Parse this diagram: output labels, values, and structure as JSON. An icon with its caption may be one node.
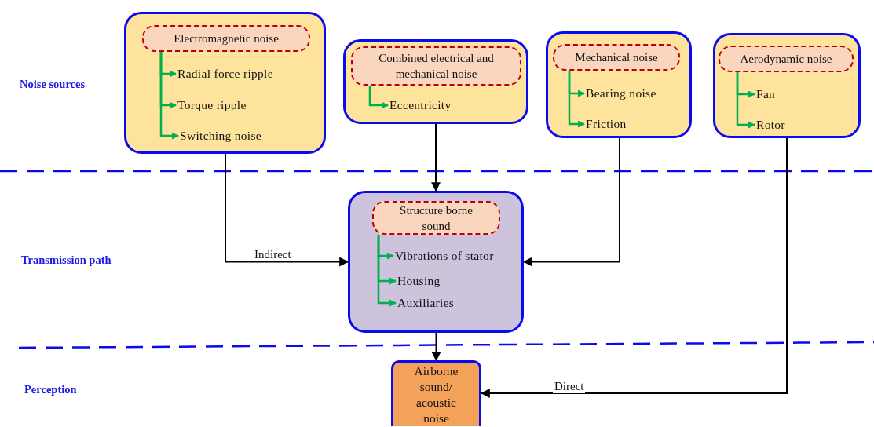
{
  "diagram": {
    "nodes": [
      {
        "text": [],
        "shape": "box"
      },
      {
        "text": [
          "Electromagnetic noise"
        ],
        "in": 0
      },
      {
        "text": [
          "Radial force ripple"
        ],
        "in": 0
      },
      {
        "text": [
          "Torque ripple"
        ],
        "in": 0
      },
      {
        "text": [
          "Switching noise"
        ],
        "in": 0
      },
      {
        "text": [],
        "shape": "box"
      },
      {
        "text": [
          "Combined electrical and mechanical noise"
        ],
        "in": 5
      },
      {
        "text": [
          "Eccentricity"
        ],
        "in": 5
      },
      {
        "text": [],
        "shape": "box"
      },
      {
        "text": [
          "Mechanical noise"
        ],
        "in": 8
      },
      {
        "text": [
          "Bearing noise"
        ],
        "in": 8
      },
      {
        "text": [
          "Friction"
        ],
        "in": 8
      },
      {
        "text": [],
        "shape": "box"
      },
      {
        "text": [
          "Aerodynamic noise"
        ],
        "in": 12
      },
      {
        "text": [
          "Fan"
        ],
        "in": 12
      },
      {
        "text": [
          "Rotor"
        ],
        "in": 12
      },
      {
        "text": [],
        "shape": "box"
      },
      {
        "text": [
          "Structure borne sound"
        ],
        "in": 16
      },
      {
        "text": [
          "Vibrations of stator"
        ],
        "in": 16
      },
      {
        "text": [
          "Housing"
        ],
        "in": 16
      },
      {
        "text": [
          "Auxiliaries"
        ],
        "in": 16
      },
      {
        "text": [
          "Airborne sound/ acoustic noise"
        ]
      }
    ],
    "edges": [
      {
        "from": 1,
        "to": 2,
        "arrow": "to"
      },
      {
        "from": 1,
        "to": 3,
        "arrow": "to"
      },
      {
        "from": 1,
        "to": 4,
        "arrow": "to"
      },
      {
        "from": 6,
        "to": 7,
        "arrow": "to"
      },
      {
        "from": 9,
        "to": 10,
        "arrow": "to"
      },
      {
        "from": 9,
        "to": 11,
        "arrow": "to"
      },
      {
        "from": 13,
        "to": 14,
        "arrow": "to"
      },
      {
        "from": 13,
        "to": 15,
        "arrow": "to"
      },
      {
        "from": 17,
        "to": 18,
        "arrow": "to"
      },
      {
        "from": 17,
        "to": 19,
        "arrow": "to"
      },
      {
        "from": 17,
        "to": 20,
        "arrow": "to"
      },
      {
        "from": 0,
        "to": 16,
        "arrow": "to",
        "label": "Indirect",
        "color": "#000000"
      },
      {
        "from": 5,
        "to": 16,
        "arrow": "to",
        "color": "#000000"
      },
      {
        "from": 8,
        "to": 16,
        "arrow": "to",
        "color": "#000000"
      },
      {
        "from": 16,
        "to": 21,
        "arrow": "to",
        "color": "#000000"
      },
      {
        "from": 12,
        "to": 21,
        "arrow": "to",
        "label": "Direct",
        "color": "#000000"
      }
    ],
    "labels": [
      "Noise sources",
      "Transmission path",
      "Perception"
    ]
  }
}
